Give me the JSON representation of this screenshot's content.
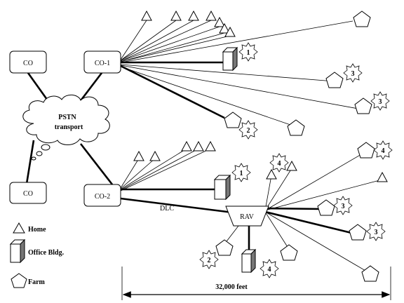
{
  "nodes": {
    "co_left_top": "CO",
    "co1": "CO-1",
    "co_left_bottom": "CO",
    "co2": "CO-2",
    "rav": "RAV"
  },
  "cloud": {
    "line1": "PSTN",
    "line2": "transport"
  },
  "dlc_label": "DLC",
  "legend": {
    "home": "Home",
    "office": "Office Bldg.",
    "farm": "Farm"
  },
  "scale": "32,000 feet",
  "badges": {
    "co1_office": "1",
    "co1_farm_a": "3",
    "co1_farm_b": "3",
    "co1_farm_c": "2",
    "co2_office": "1",
    "rav_home": "4",
    "rav_farm_far": "4",
    "rav_farm_mid": "3",
    "rav_farm_low": "3",
    "rav_farm_left": "2",
    "rav_office": "4"
  }
}
